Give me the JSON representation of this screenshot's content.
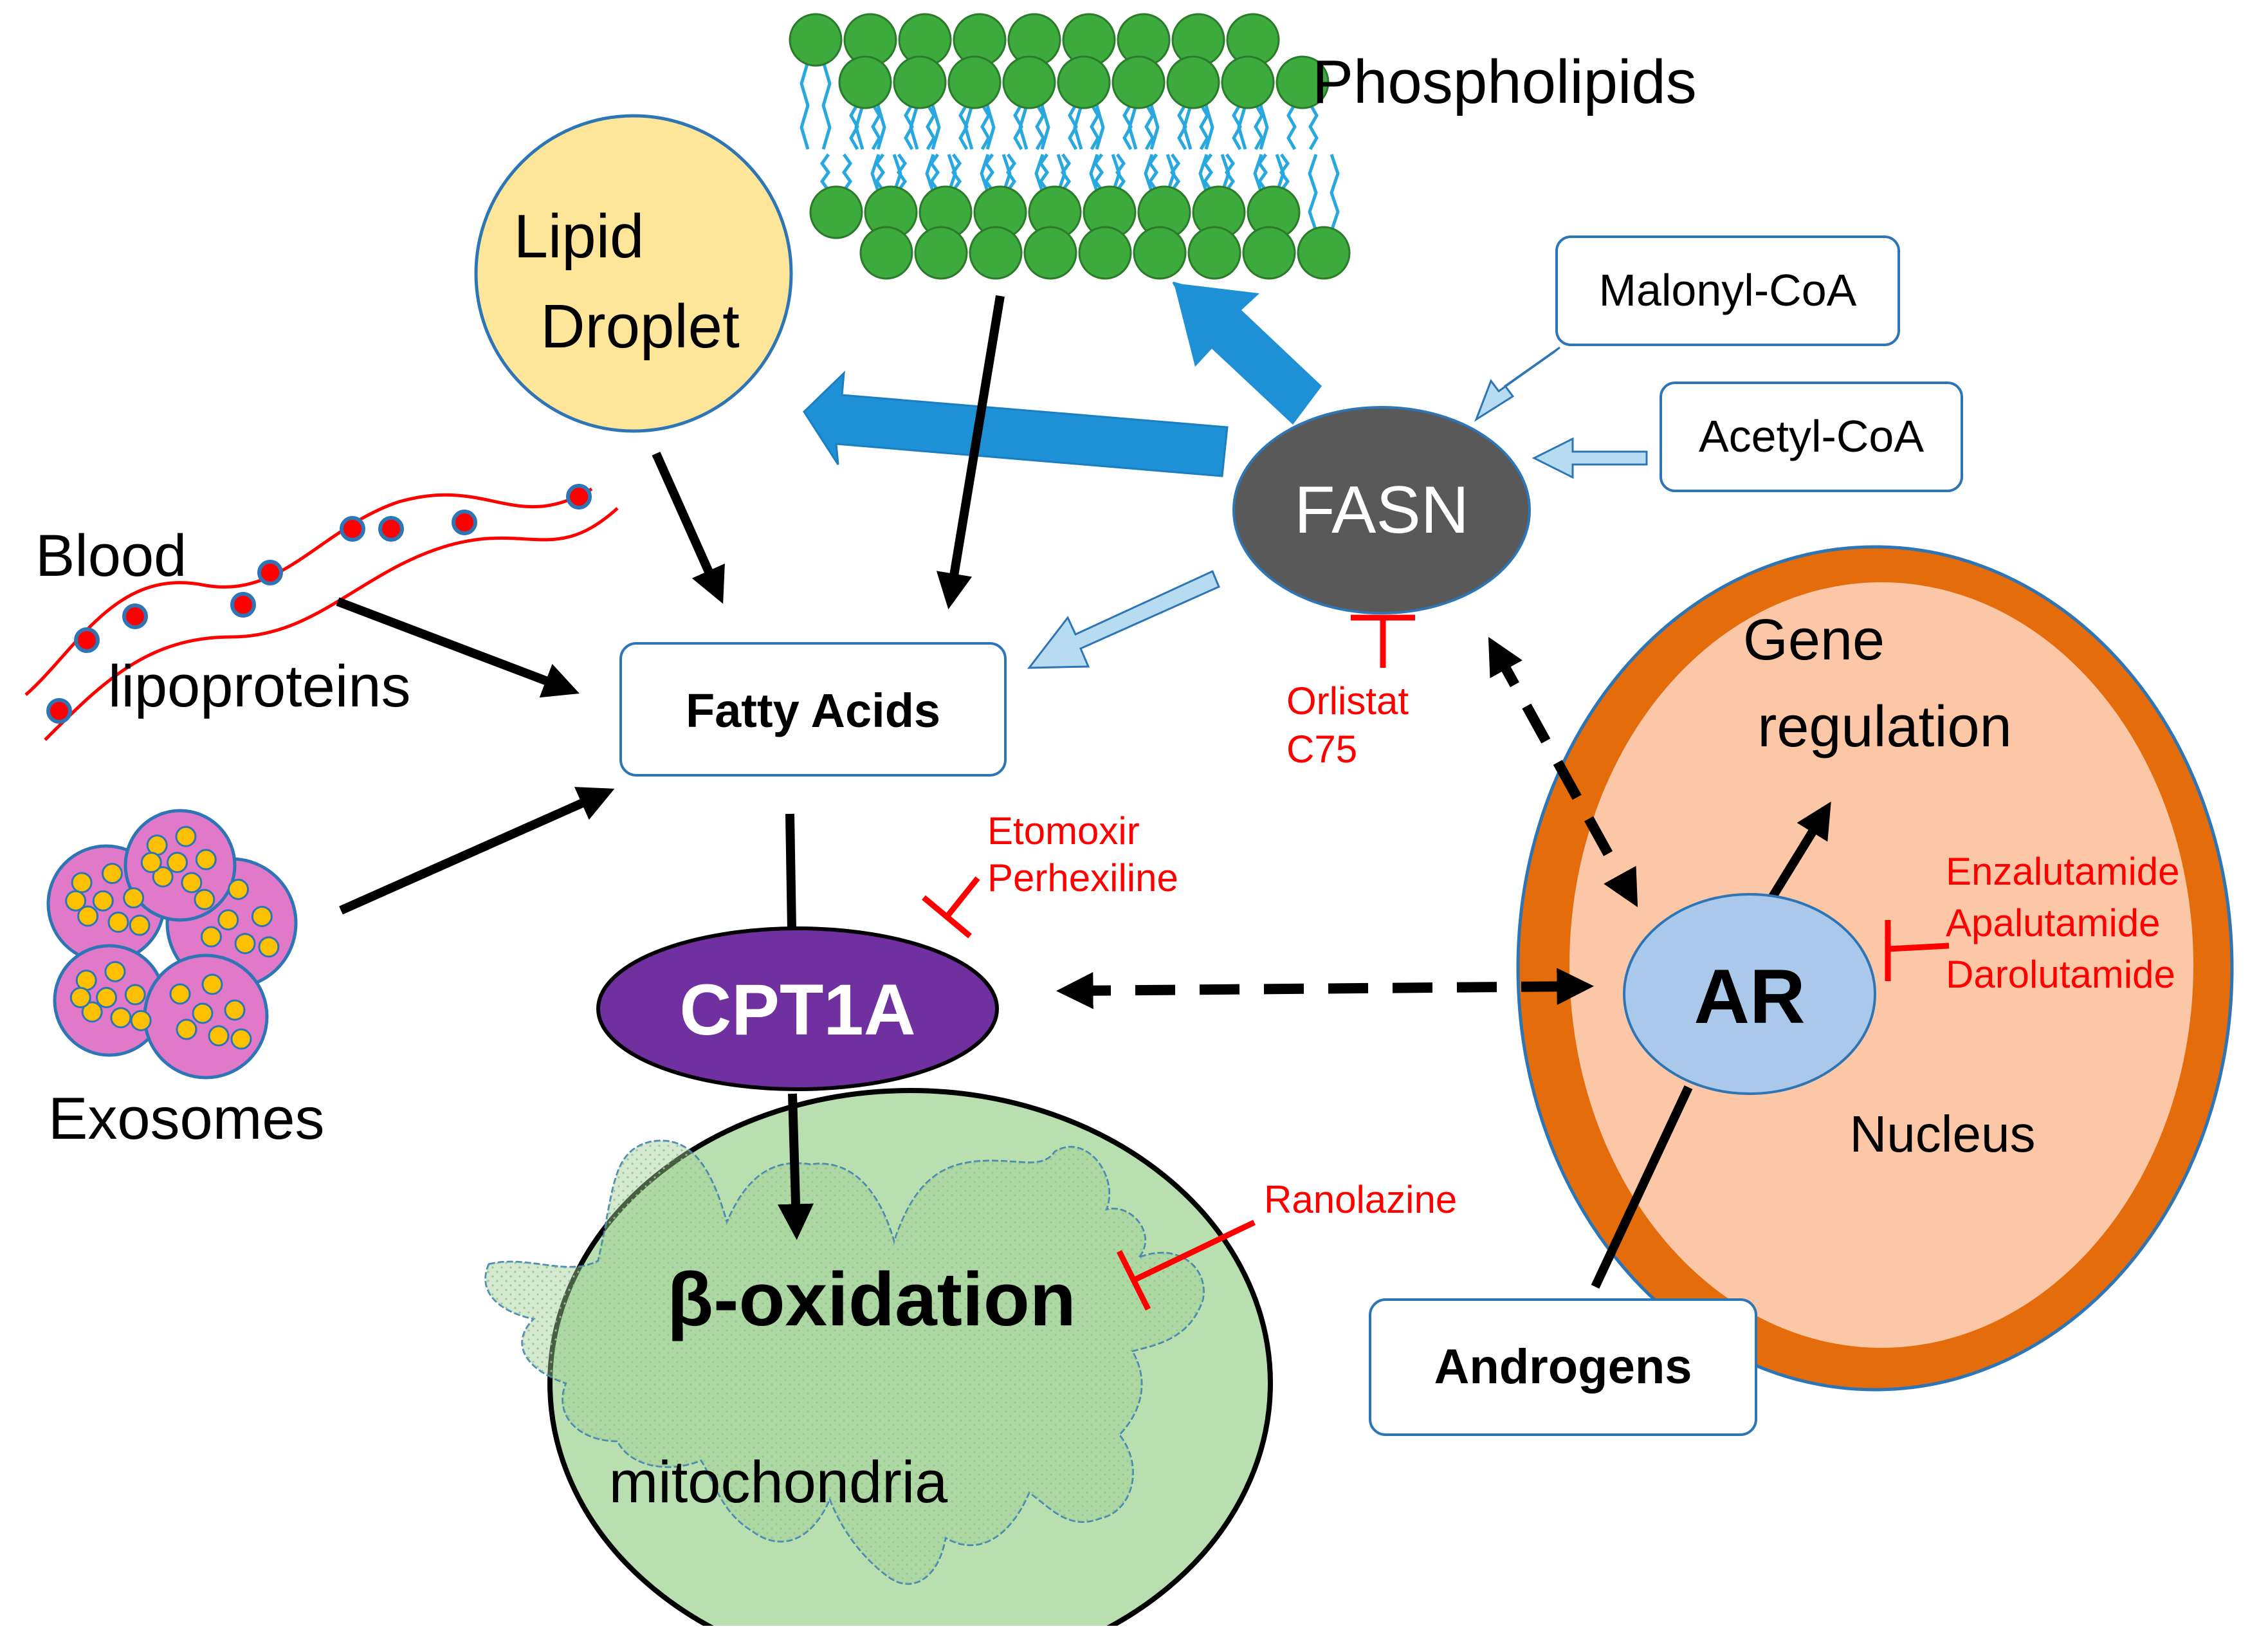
{
  "labels": {
    "phospholipids": "Phospholipids",
    "lipid_droplet_line1": "Lipid",
    "lipid_droplet_line2": "Droplet",
    "malonyl_coa": "Malonyl-CoA",
    "acetyl_coa": "Acetyl-CoA",
    "fasn": "FASN",
    "blood": "Blood",
    "lipoproteins": "lipoproteins",
    "fatty_acids": "Fatty Acids",
    "gene_line1": "Gene",
    "gene_line2": "regulation",
    "exosomes": "Exosomes",
    "cpt1a": "CPT1A",
    "ar": "AR",
    "nucleus": "Nucleus",
    "beta_oxidation": "β-oxidation",
    "mitochondria": "mitochondria",
    "androgens": "Androgens"
  },
  "inhibitors": {
    "fasn": [
      "Orlistat",
      "C75"
    ],
    "cpt1a": [
      "Etomoxir",
      "Perhexiline"
    ],
    "ar": [
      "Enzalutamide",
      "Apalutamide",
      "Darolutamide"
    ],
    "beta_oxidation": [
      "Ranolazine"
    ]
  },
  "colors": {
    "lipid_droplet_fill": "#fde59a",
    "membrane_head": "#3daa3d",
    "membrane_tail": "#29a8df",
    "fasn_fill": "#595959",
    "fasn_arrow": "#1e90d6",
    "precursor_arrow": "#b7dcf2",
    "box_border": "#2e75b6",
    "cpt1a_fill": "#7030a0",
    "mito_fill": "#b9dfb0",
    "nucleus_outer": "#e46c0a",
    "nucleus_inner": "#fbc7a6",
    "ar_fill": "#a9c8ea",
    "inhibitor": "#ff0000",
    "exosome_fill": "#e079c8",
    "particle": "#ffc000",
    "blood_vessel": "#ff0000"
  }
}
